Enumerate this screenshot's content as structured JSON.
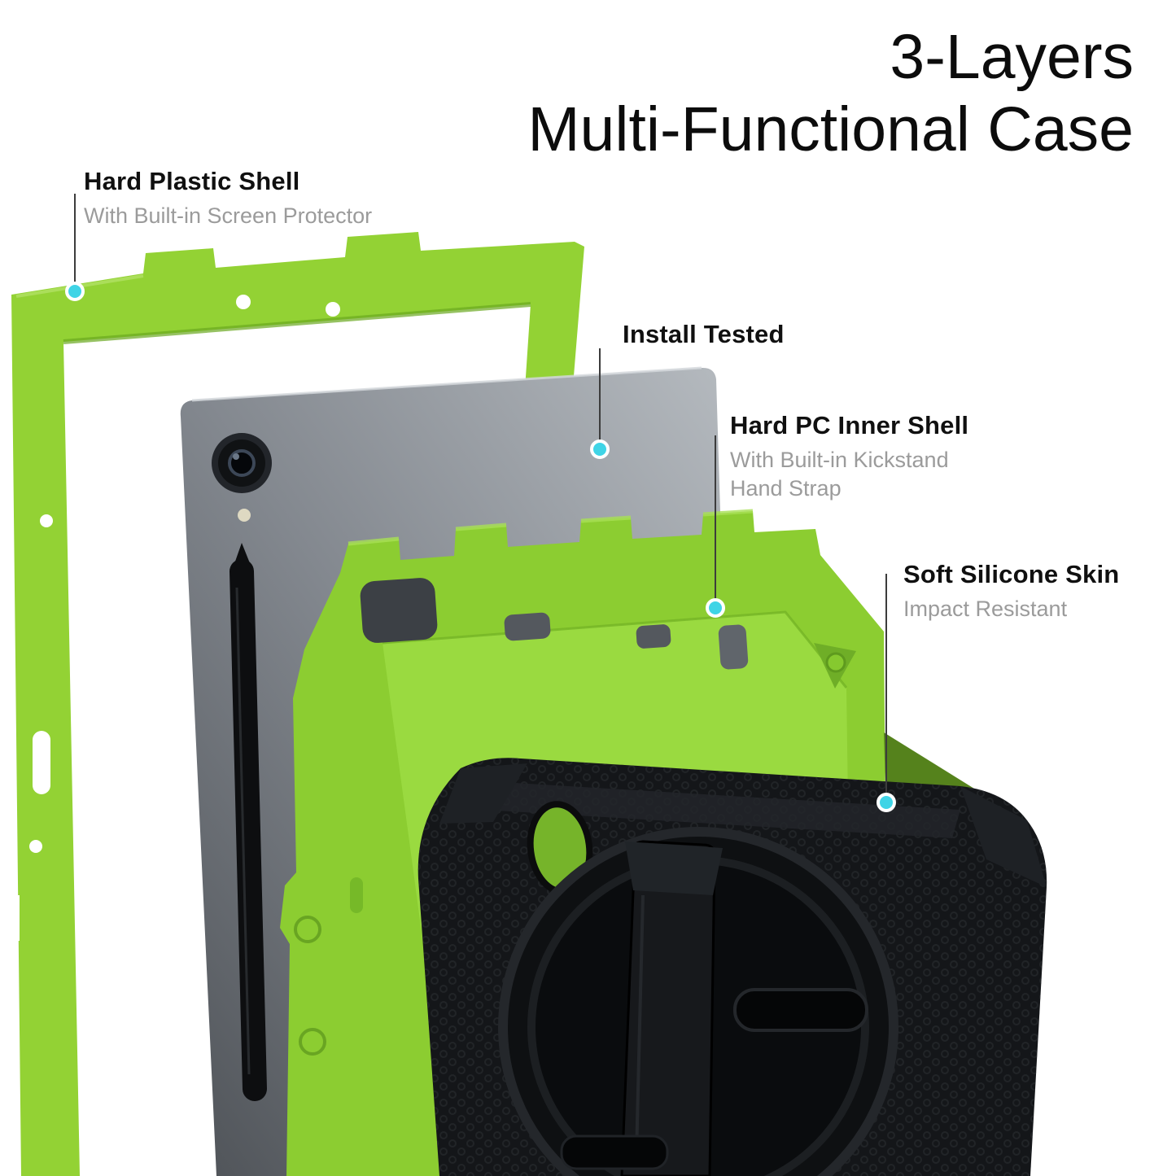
{
  "title": {
    "line1": "3-Layers",
    "line2": "Multi-Functional Case"
  },
  "callouts": {
    "hard_plastic_shell": {
      "label": "Hard Plastic Shell",
      "sublabel": "With Built-in Screen Protector"
    },
    "install_tested": {
      "label": "Install Tested"
    },
    "hard_pc_inner_shell": {
      "label": "Hard PC Inner Shell",
      "sublabel": "With Built-in Kickstand Hand Strap"
    },
    "soft_silicone_skin": {
      "label": "Soft Silicone Skin",
      "sublabel": "Impact Resistant"
    }
  },
  "colors": {
    "shell_green": "#8FD133",
    "shell_green_dark": "#69A522",
    "silicone_black": "#141619",
    "tablet_gray": "#83888F",
    "accent_dot": "#3FD4E6",
    "label_text": "#101010",
    "sublabel_text": "#9B9B9B",
    "background": "#FFFFFF"
  }
}
